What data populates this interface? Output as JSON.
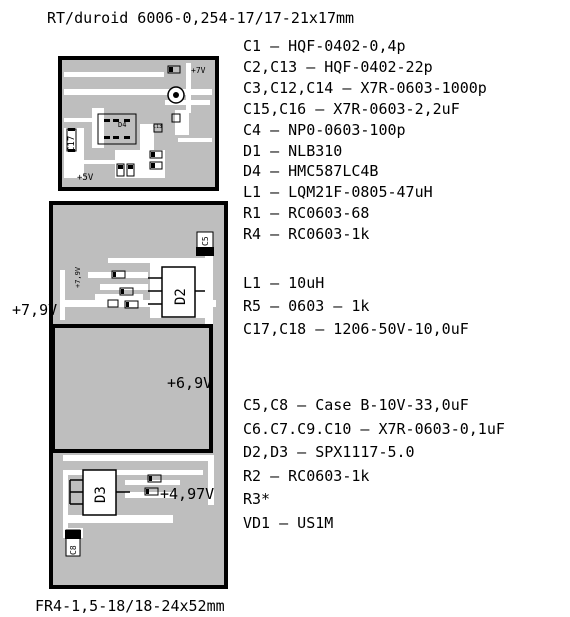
{
  "top_board": {
    "caption": "RT/duroid 6006-0,254-17/17-21x17mm",
    "labels": {
      "v_plus7": "+7V",
      "v_plus5": "+5V",
      "c17": "C17",
      "d4": "D4",
      "c13": "C13"
    }
  },
  "bottom_board": {
    "caption": "FR4-1,5-18/18-24x52mm",
    "labels": {
      "v_7_9_left": "+7,9V",
      "v_7_9_small": "+7,9V",
      "v_6_9": "+6,9V",
      "v_4_97": "+4,97V",
      "d2": "D2",
      "d3": "D3",
      "c5": "C5",
      "c8": "C8"
    }
  },
  "bom_top": [
    "C1 – HQF-0402-0,4p",
    "C2,C13 – HQF-0402-22p",
    "C3,C12,C14 – X7R-0603-1000p",
    "C15,C16 – X7R-0603-2,2uF",
    "C4 – NP0-0603-100p",
    "D1 – NLB310",
    "D4 – HMC587LC4B",
    "L1 – LQM21F-0805-47uH",
    "R1 – RC0603-68",
    "R4 – RC0603-1k"
  ],
  "bom_mid": [
    "L1 – 10uH",
    "R5 – 0603 – 1k",
    "C17,C18 – 1206-50V-10,0uF"
  ],
  "bom_bottom": [
    "C5,C8 – Case B-10V-33,0uF",
    "C6.C7.C9.C10 – X7R-0603-0,1uF",
    "D2,D3 – SPX1117-5.0",
    "R2 – RC0603-1k",
    "R3*",
    "VD1 – US1M"
  ]
}
